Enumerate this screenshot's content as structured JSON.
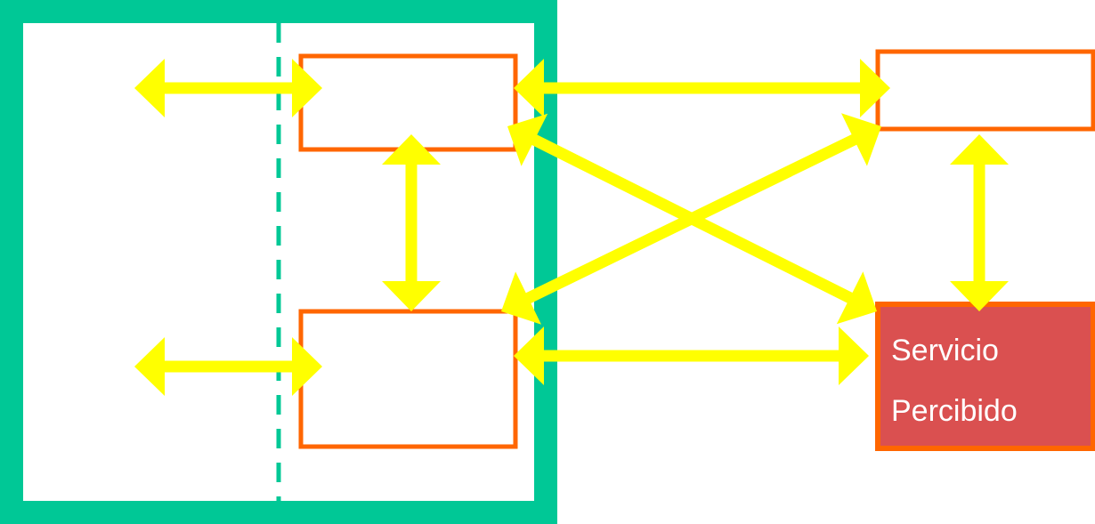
{
  "colors": {
    "container_border": "#00C896",
    "box_border": "#FF6600",
    "box_fill": "#FFFFFF",
    "highlight_fill": "#DA5050",
    "arrow": "#FFFF00",
    "divider": "#00C896",
    "label_text": "#FFFFFF"
  },
  "nodes": {
    "top_left_box": {
      "label": ""
    },
    "bottom_left_box": {
      "label": ""
    },
    "top_right_box": {
      "label": ""
    },
    "perceived_service_box": {
      "label_line1": "Servicio",
      "label_line2": "Percibido"
    }
  },
  "connections": [
    {
      "from": "outside",
      "to": "top_left_box",
      "bidirectional": true
    },
    {
      "from": "outside",
      "to": "bottom_left_box",
      "bidirectional": true
    },
    {
      "from": "top_left_box",
      "to": "bottom_left_box",
      "bidirectional": true
    },
    {
      "from": "top_left_box",
      "to": "top_right_box",
      "bidirectional": true
    },
    {
      "from": "bottom_left_box",
      "to": "perceived_service_box",
      "bidirectional": true
    },
    {
      "from": "top_left_box",
      "to": "perceived_service_box",
      "bidirectional": true
    },
    {
      "from": "bottom_left_box",
      "to": "top_right_box",
      "bidirectional": true
    },
    {
      "from": "top_right_box",
      "to": "perceived_service_box",
      "bidirectional": true
    }
  ]
}
